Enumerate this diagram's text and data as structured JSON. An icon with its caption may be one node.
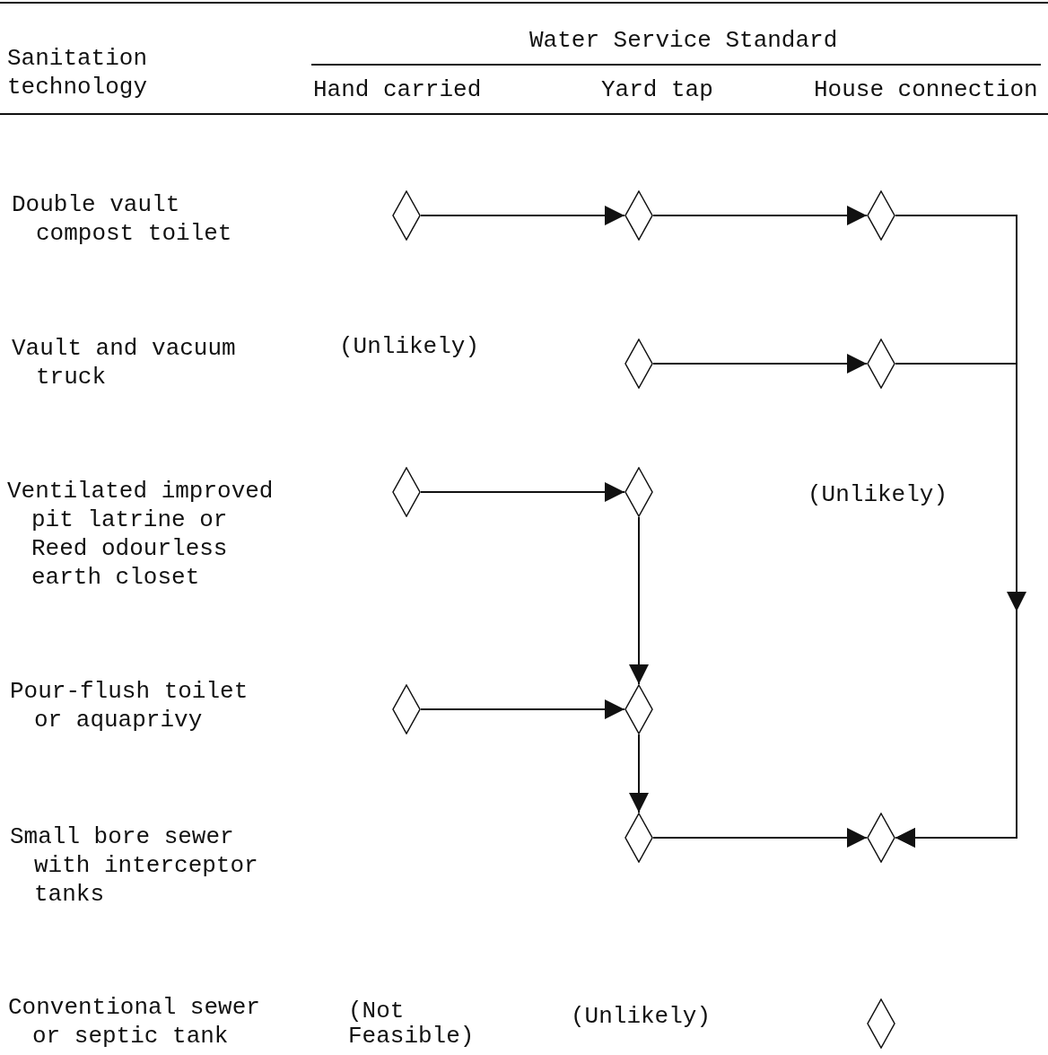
{
  "diagram": {
    "nodes": [
      {
        "text": [],
        "shape": "diamond"
      },
      {
        "text": [],
        "shape": "diamond"
      },
      {
        "text": [],
        "shape": "diamond"
      },
      {
        "text": [],
        "shape": "diamond"
      },
      {
        "text": [],
        "shape": "diamond"
      },
      {
        "text": [],
        "shape": "diamond"
      },
      {
        "text": [],
        "shape": "diamond"
      },
      {
        "text": [],
        "shape": "diamond"
      },
      {
        "text": [],
        "shape": "diamond"
      },
      {
        "text": [],
        "shape": "diamond"
      },
      {
        "text": [],
        "shape": "diamond"
      },
      {
        "text": [],
        "shape": "diamond"
      }
    ],
    "edges": [
      {
        "from": 0,
        "to": 1,
        "arrow": "to"
      },
      {
        "from": 1,
        "to": 2,
        "arrow": "to"
      },
      {
        "from": 2,
        "to": 10,
        "arrow": "to"
      },
      {
        "from": 3,
        "to": 4,
        "arrow": "to"
      },
      {
        "from": 4,
        "to": 10,
        "arrow": "to"
      },
      {
        "from": 5,
        "to": 6,
        "arrow": "to"
      },
      {
        "from": 6,
        "to": 8,
        "arrow": "to"
      },
      {
        "from": 7,
        "to": 8,
        "arrow": "to"
      },
      {
        "from": 8,
        "to": 9,
        "arrow": "to"
      },
      {
        "from": 9,
        "to": 10,
        "arrow": "to"
      }
    ],
    "labels": [
      "Water Service Standard",
      "Sanitation technology",
      "Hand carried",
      "Yard tap",
      "House connection",
      "Double vault compost toilet",
      "Vault and vacuum truck",
      "(Unlikely)",
      "Ventilated improved pit latrine or Reed odourless earth closet",
      "(Unlikely)",
      "Pour-flush toilet or aquaprivy",
      "Small bore sewer with interceptor tanks",
      "Conventional sewer or septic tank",
      "(Not Feasible)",
      "(Unlikely)"
    ]
  }
}
